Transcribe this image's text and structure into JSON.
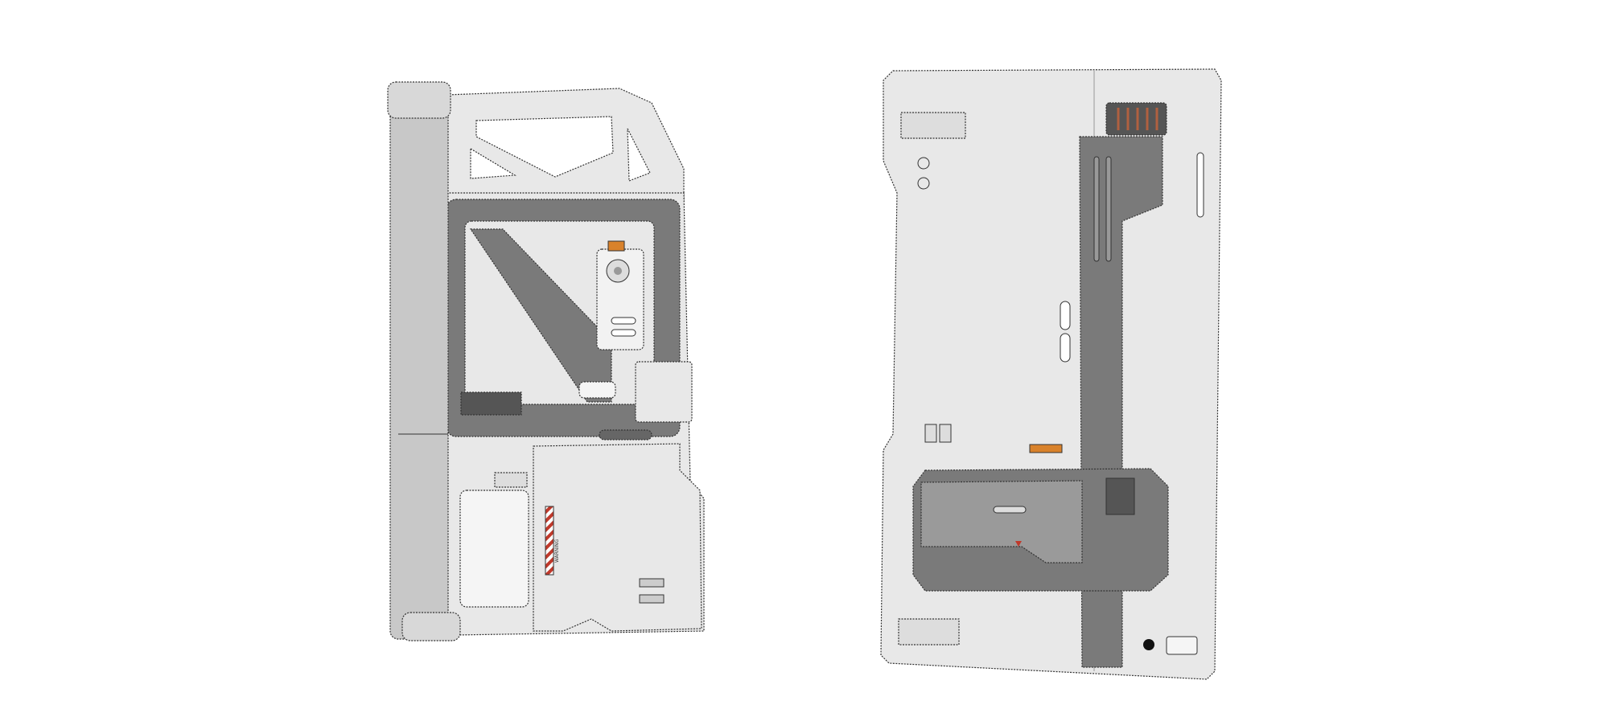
{
  "scene": {
    "background": "#ffffff",
    "colors": {
      "panel_light": "#e8e8e8",
      "panel_dark": "#7a7a7a",
      "edge": "#333333",
      "warning_stripe": "#c0392b",
      "decal_orange": "#d9822b"
    },
    "objects": [
      "backpack-frame-front",
      "backpack-frame-back"
    ]
  },
  "decals": {
    "warning": "WARNING"
  }
}
